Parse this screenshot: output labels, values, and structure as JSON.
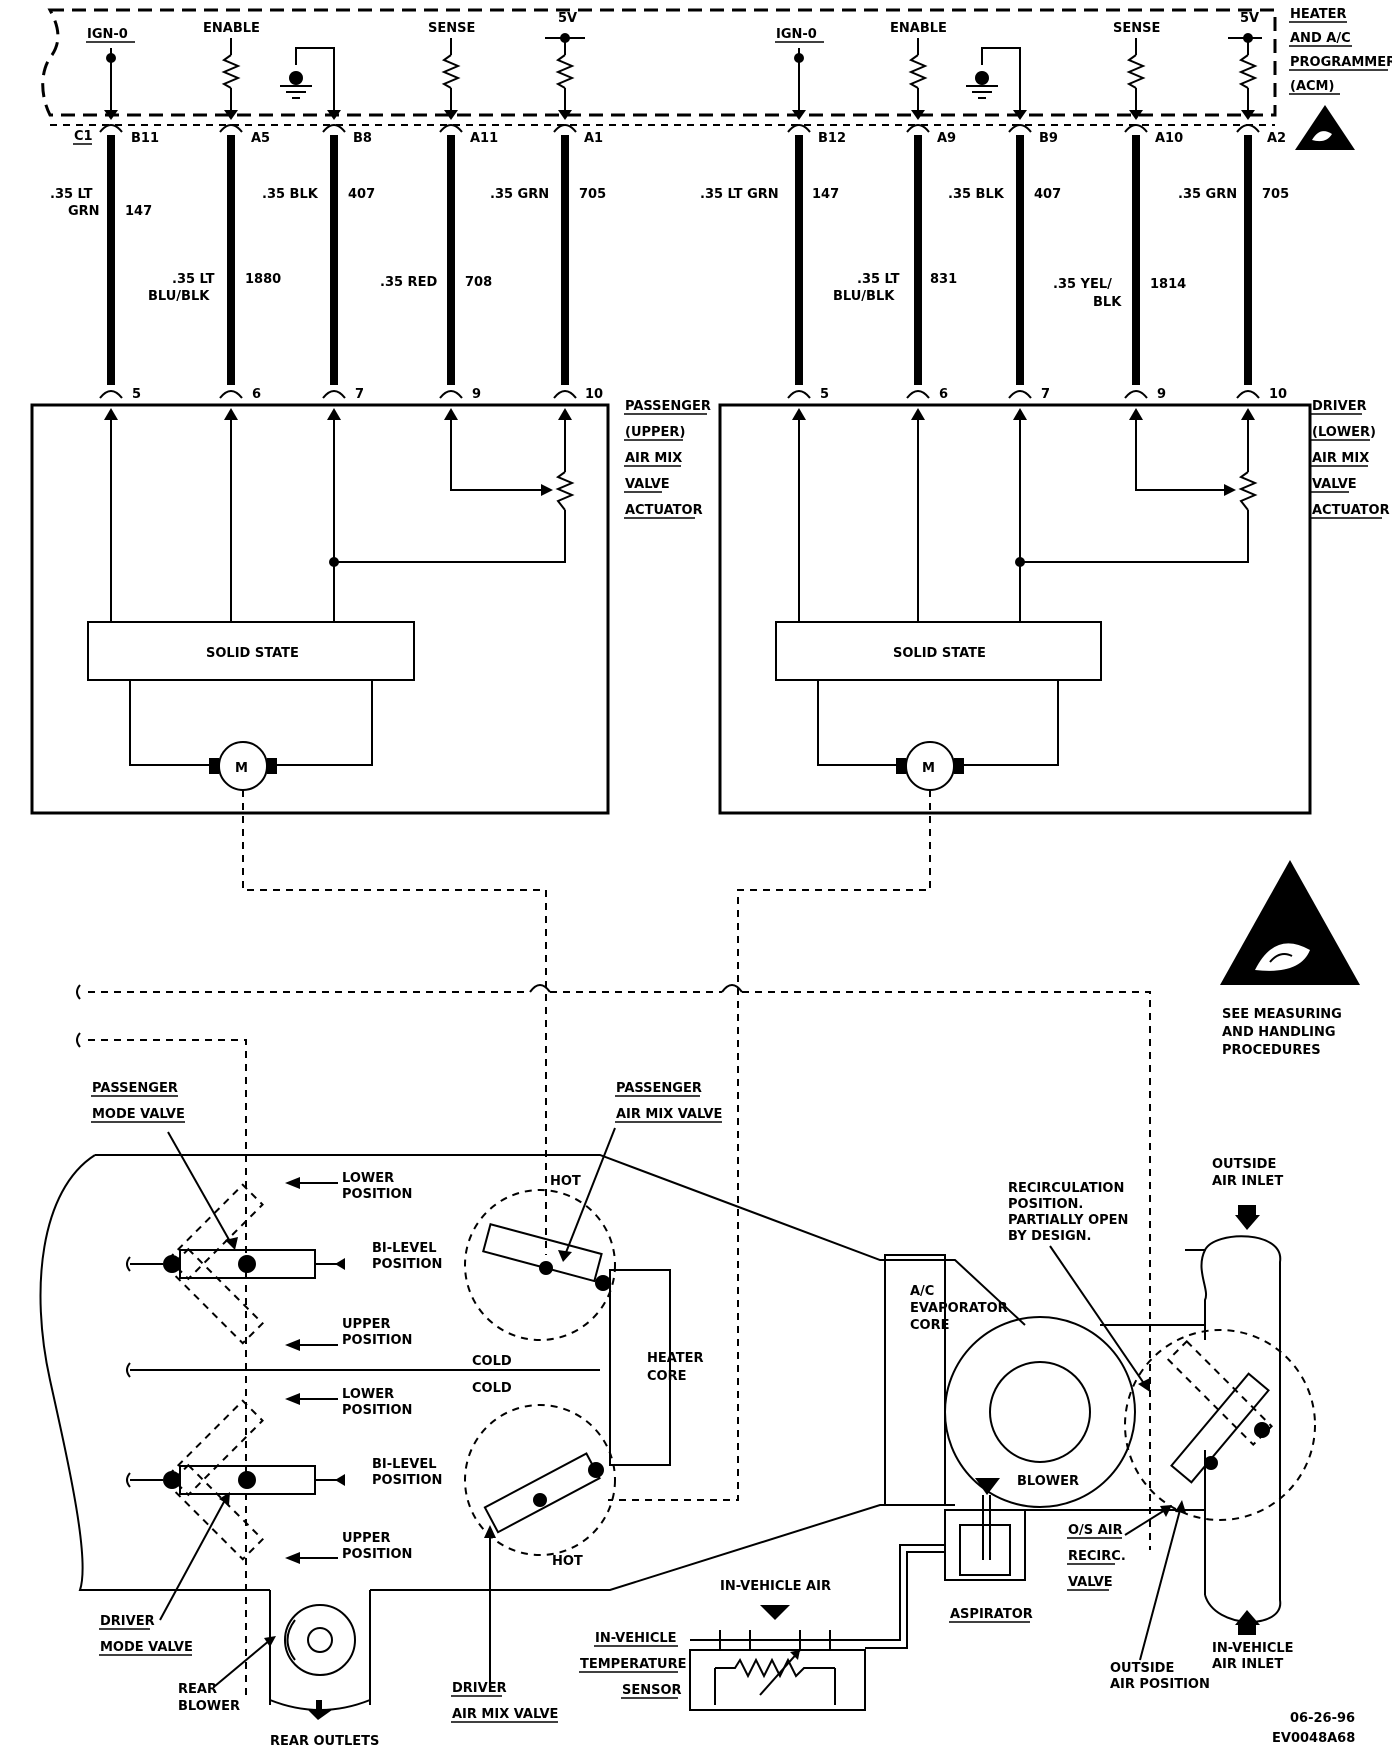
{
  "acm": {
    "label_lines": [
      "HEATER",
      "AND A/C",
      "PROGRAMMER",
      "(ACM)"
    ]
  },
  "top_terminals": {
    "ign": "IGN-0",
    "enable": "ENABLE",
    "sense": "SENSE",
    "five_v": "5V",
    "connector": "C1"
  },
  "passenger_circuit": {
    "pins": [
      "B11",
      "A5",
      "B8",
      "A11",
      "A1"
    ],
    "wires": [
      {
        "color_lines": [
          ".35 LT",
          "GRN"
        ],
        "circuit": "147"
      },
      {
        "color_lines": [
          ".35 LT",
          "BLU/BLK"
        ],
        "circuit": "1880"
      },
      {
        "color_lines": [
          ".35 BLK"
        ],
        "circuit": "407"
      },
      {
        "color_lines": [
          ".35 RED"
        ],
        "circuit": "708"
      },
      {
        "color_lines": [
          ".35 GRN"
        ],
        "circuit": "705"
      }
    ],
    "actuator_pins": [
      "5",
      "6",
      "7",
      "9",
      "10"
    ],
    "actuator_label_lines": [
      "PASSENGER",
      "(UPPER)",
      "AIR MIX",
      "VALVE",
      "ACTUATOR"
    ]
  },
  "driver_circuit": {
    "pins": [
      "B12",
      "A9",
      "B9",
      "A10",
      "A2"
    ],
    "wires": [
      {
        "color_lines": [
          ".35 LT GRN"
        ],
        "circuit": "147"
      },
      {
        "color_lines": [
          ".35 LT",
          "BLU/BLK"
        ],
        "circuit": "831"
      },
      {
        "color_lines": [
          ".35 BLK"
        ],
        "circuit": "407"
      },
      {
        "color_lines": [
          ".35 YEL/",
          "BLK"
        ],
        "circuit": "1814"
      },
      {
        "color_lines": [
          ".35 GRN"
        ],
        "circuit": "705"
      }
    ],
    "actuator_pins": [
      "5",
      "6",
      "7",
      "9",
      "10"
    ],
    "actuator_label_lines": [
      "DRIVER",
      "(LOWER)",
      "AIR MIX",
      "VALVE",
      "ACTUATOR"
    ]
  },
  "actuator": {
    "solid_state": "SOLID STATE",
    "motor": "M"
  },
  "esd_note_lines": [
    "SEE MEASURING",
    "AND HANDLING",
    "PROCEDURES"
  ],
  "airflow": {
    "passenger_mode_valve": [
      "PASSENGER",
      "MODE VALVE"
    ],
    "passenger_air_mix_valve": [
      "PASSENGER",
      "AIR MIX VALVE"
    ],
    "lower_position": [
      "LOWER",
      "POSITION"
    ],
    "bi_level_position": [
      "BI-LEVEL",
      "POSITION"
    ],
    "upper_position": [
      "UPPER",
      "POSITION"
    ],
    "hot": "HOT",
    "cold": "COLD",
    "heater_core": [
      "HEATER",
      "CORE"
    ],
    "evaporator": [
      "A/C",
      "EVAPORATOR",
      "CORE"
    ],
    "blower": "BLOWER",
    "recirc_note": [
      "RECIRCULATION",
      "POSITION.",
      "PARTIALLY OPEN",
      "BY DESIGN."
    ],
    "outside_air_inlet": [
      "OUTSIDE",
      "AIR INLET"
    ],
    "os_recirc_valve": [
      "O/S AIR",
      "RECIRC.",
      "VALVE"
    ],
    "outside_air_position": [
      "OUTSIDE",
      "AIR POSITION"
    ],
    "in_vehicle_air_inlet": [
      "IN-VEHICLE",
      "AIR INLET"
    ],
    "aspirator": "ASPIRATOR",
    "in_vehicle_air": "IN-VEHICLE AIR",
    "temp_sensor": [
      "IN-VEHICLE",
      "TEMPERATURE",
      "SENSOR"
    ],
    "driver_mode_valve": [
      "DRIVER",
      "MODE VALVE"
    ],
    "driver_air_mix_valve": [
      "DRIVER",
      "AIR MIX VALVE"
    ],
    "rear_blower": [
      "REAR",
      "BLOWER"
    ],
    "rear_outlets": "REAR OUTLETS"
  },
  "footer": {
    "date": "06-26-96",
    "code": "EV0048A68"
  }
}
